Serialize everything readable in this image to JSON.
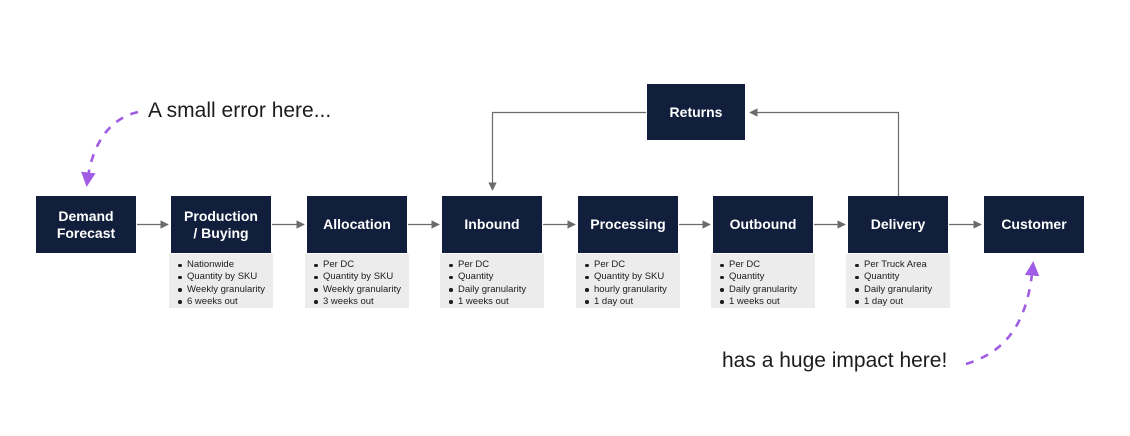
{
  "colors": {
    "box_fill": "#111E3C",
    "box_text": "#FFFFFF",
    "panel_fill": "#ECECEC",
    "connector": "#6B6B6B",
    "accent": "#A15CE5",
    "text": "#1C1C1C"
  },
  "annotations": {
    "cause": "A small error here...",
    "effect": "has a huge impact here!"
  },
  "returns": {
    "label": "Returns"
  },
  "stages": [
    {
      "id": "demand-forecast",
      "label": "Demand Forecast",
      "lines": [
        "Demand",
        "Forecast"
      ],
      "bullets": []
    },
    {
      "id": "production-buying",
      "label": "Production / Buying",
      "lines": [
        "Production",
        "/ Buying"
      ],
      "bullets": [
        "Nationwide",
        "Quantity by SKU",
        "Weekly granularity",
        "6 weeks out"
      ]
    },
    {
      "id": "allocation",
      "label": "Allocation",
      "lines": [
        "Allocation"
      ],
      "bullets": [
        "Per DC",
        "Quantity by SKU",
        "Weekly granularity",
        "3 weeks out"
      ]
    },
    {
      "id": "inbound",
      "label": "Inbound",
      "lines": [
        "Inbound"
      ],
      "bullets": [
        "Per DC",
        "Quantity",
        "Daily granularity",
        "1 weeks out"
      ]
    },
    {
      "id": "processing",
      "label": "Processing",
      "lines": [
        "Processing"
      ],
      "bullets": [
        "Per DC",
        "Quantity by SKU",
        "hourly granularity",
        "1 day out"
      ]
    },
    {
      "id": "outbound",
      "label": "Outbound",
      "lines": [
        "Outbound"
      ],
      "bullets": [
        "Per DC",
        "Quantity",
        "Daily granularity",
        "1 weeks out"
      ]
    },
    {
      "id": "delivery",
      "label": "Delivery",
      "lines": [
        "Delivery"
      ],
      "bullets": [
        "Per Truck Area",
        "Quantity",
        "Daily granularity",
        "1 day out"
      ]
    },
    {
      "id": "customer",
      "label": "Customer",
      "lines": [
        "Customer"
      ],
      "bullets": []
    }
  ]
}
